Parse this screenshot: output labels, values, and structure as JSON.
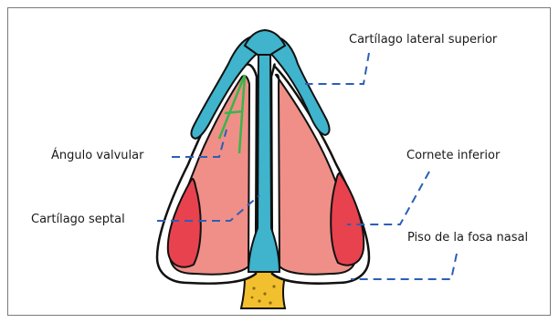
{
  "figure": {
    "labels": {
      "upper_lateral_cartilage": "Cartílago lateral superior",
      "valve_angle": "Ángulo valvular",
      "inferior_turbinate": "Cornete inferior",
      "septal_cartilage": "Cartílago septal",
      "nasal_floor": "Piso de la fosa nasal"
    },
    "colors": {
      "cartilage": "#3fb4cc",
      "mucosa": "#ef8f88",
      "turbinate": "#e8424f",
      "bone": "#f2c02e",
      "angle_lines": "#39b54a",
      "leader_lines": "#2a5fb8",
      "outline": "#111111"
    }
  }
}
